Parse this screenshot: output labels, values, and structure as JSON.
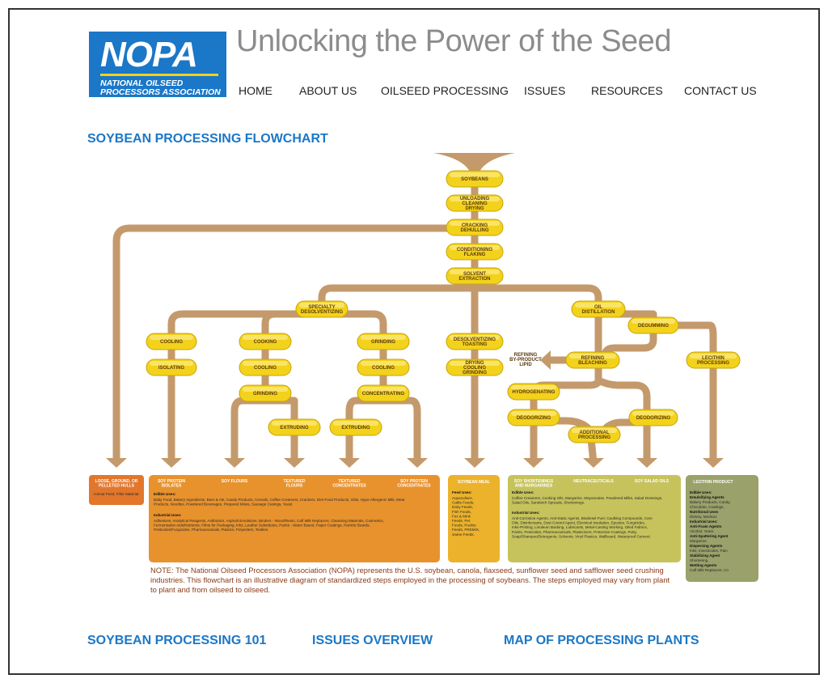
{
  "header": {
    "logo": {
      "word": "NOPA",
      "line1": "National Oilseed",
      "line2": "Processors Association"
    },
    "tagline": "Unlocking the Power of the Seed"
  },
  "nav": [
    "HOME",
    "ABOUT US",
    "OILSEED PROCESSING",
    "ISSUES",
    "RESOURCES",
    "CONTACT US"
  ],
  "page_title": "SOYBEAN PROCESSING FLOWCHART",
  "flowchart": {
    "main_steps": [
      "SOYBEANS",
      "UNLOADING|CLEANING|DRYING",
      "CRACKING|DEHULLING",
      "CONDITIONING|FLAKING",
      "SOLVENT|EXTRACTION"
    ],
    "specialty": "SPECIALTY|DESOLVENTIZING",
    "col1": [
      "COOLING",
      "ISOLATING"
    ],
    "col2": [
      "COOKING",
      "COOLING",
      "GRINDING",
      "EXTRUDING"
    ],
    "col3": [
      "GRINDING",
      "COOLING",
      "CONCENTRATING",
      "EXTRUDING"
    ],
    "meal_steps": [
      "DESOLVENTIZING|TOASTING",
      "DRYING|COOLING|GRINDING"
    ],
    "oil_steps": [
      "OIL|DISTILLATION",
      "DEGUMMING",
      "REFINING|BLEACHING",
      "LECITHIN|PROCESSING",
      "HYDROGENATING",
      "DEODORIZING",
      "ADDITIONAL|PROCESSING",
      "DEODORIZING"
    ],
    "lipid_label": "REFINING|BY-PRODUCT|LIPID",
    "outputs": {
      "hulls": {
        "head": "LOOSE, GROUND, OR PELLETED HULLS",
        "body": "Animal Feed, Filler Material."
      },
      "protein_heads": [
        "SOY PROTEIN ISOLATES",
        "SOY FLOURS",
        "TEXTURED FLOURS",
        "TEXTURED CONCENTRATES",
        "SOY PROTEIN CONCENTRATES"
      ],
      "protein_edible_title": "Edible Uses:",
      "protein_edible": "Baby Food, Bakery Ingredients, Beer & Ale, Candy Products, Cereals, Coffee Creamers, Crackers, Diet Food Products, Gitts, Hypo-Allergenic Milk, Meat Products, Noodles, Powdered Beverages, Prepared Mixes, Sausage Casings, Yeast.",
      "protein_industrial_title": "Industrial Uses:",
      "protein_industrial": "Adhesives, Analytical Reagents, Antibiotics, Asphalt Emulsions, Binders - Wood/Resin, Calf Milk Replacers, Cleansing Materials, Cosmetics, Fermentation Aids/Nutrients, Films for Packaging, Inks, Leather Substitutes, Paints - Water Based, Paper Coatings, Particle Boards, Pesticides/Fungicides, Pharmaceuticals, Plastics, Polyesters, Textiles.",
      "meal_head": "SOYBEAN MEAL",
      "meal_title": "Feed Uses:",
      "meal_body": "Aquaculture, Cattle Feeds, Dairy Feeds, Fish Foods, Fox & Mink Feeds, Pet Foods, Poultry Feeds, PREMIX, Swine Feeds.",
      "oil_heads": [
        "SOY SHORTENINGS AND MARGARINES",
        "NEUTRACEUTICALS",
        "SOY SALAD OILS"
      ],
      "oil_edible_title": "Edible Uses:",
      "oil_edible": "Coffee Creamers, Cooking Oils, Margarine, Mayonnaise, Powdered Milks, Salad Dressings, Salad Oils, Sandwich Spreads, Shortenings.",
      "oil_industrial_title": "Industrial Uses:",
      "oil_industrial": "Anti-Corrosion Agents, Anti-Static Agents, Biodiesel Fuel, Caulking Compounds, Core Oils, Disinfectants, Dust Control Agent, Electrical Insulation, Epoxies, Fungicides, Inks-Printing, Linoleum Backing, Lubricants, Metal-Casting Working, Oiled Fabrics, Paints, Pesticides, Pharmaceuticals, Plasticizers, Protective Coatings, Putty, Soap/Shampoo/Detergents, Solvents, Vinyl Plastics, Wallboard, Waterproof Cement.",
      "lecithin_head": "LECITHIN PRODUCT",
      "lecithin_lines": [
        [
          "b",
          "Edible Uses:"
        ],
        [
          "b",
          "Emulsifying Agents"
        ],
        [
          "n",
          "Bakery Products, Candy,"
        ],
        [
          "n",
          "Chocolate, Coatings."
        ],
        [
          "b",
          "Nutritional Uses"
        ],
        [
          "n",
          "Dietary, Medical."
        ],
        [
          "b",
          "Industrial Uses:"
        ],
        [
          "b",
          "Anti-Foam Agents"
        ],
        [
          "n",
          "Alcohol, Yeast."
        ],
        [
          "b",
          "Anti-Spattering Agent"
        ],
        [
          "n",
          "Margarine."
        ],
        [
          "b",
          "Dispersing Agents"
        ],
        [
          "n",
          "Inks, Insecticides, Pain"
        ],
        [
          "b",
          "Stabilizing Agent"
        ],
        [
          "n",
          "Shortening."
        ],
        [
          "b",
          "Wetting Agents"
        ],
        [
          "n",
          "Calf Milk Replacers, Co"
        ]
      ]
    }
  },
  "note": "NOTE:  The National Oilseed Processors Association (NOPA) represents the U.S. soybean, canola, flaxseed, sunflower seed and safflower seed crushing industries.  This flowchart is an illustrative diagram of standardized steps employed in the processing of soybeans.  The steps employed may vary from plant to plant and from oilseed to oilseed.",
  "footer_links": [
    "SOYBEAN PROCESSING 101",
    "ISSUES OVERVIEW",
    "MAP OF PROCESSING PLANTS"
  ],
  "colors": {
    "brand_blue": "#1b77c7",
    "pipe": "#c49a6c",
    "pill": "#f3d21b",
    "orange_box": "#e8922e",
    "hulls_box": "#e2772c",
    "meal_box": "#ecb22b",
    "oil_box": "#c6c35d",
    "lecithin_box": "#9aa16a"
  }
}
